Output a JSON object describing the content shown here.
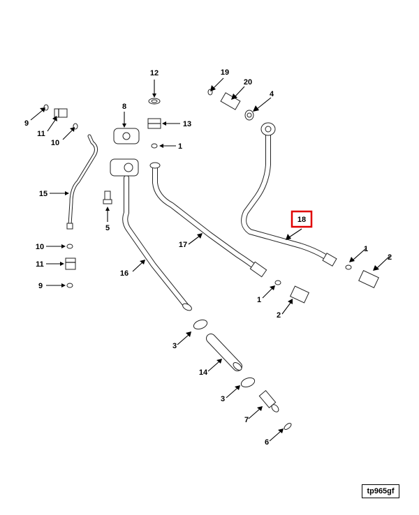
{
  "diagram": {
    "highlight_color": "#e00000",
    "drawing_id": "tp965gf",
    "callouts": [
      {
        "id": "c12",
        "text": "12"
      },
      {
        "id": "c19",
        "text": "19"
      },
      {
        "id": "c20",
        "text": "20"
      },
      {
        "id": "c4",
        "text": "4"
      },
      {
        "id": "c8",
        "text": "8"
      },
      {
        "id": "c13",
        "text": "13"
      },
      {
        "id": "c1a",
        "text": "1"
      },
      {
        "id": "c9a",
        "text": "9"
      },
      {
        "id": "c11a",
        "text": "11"
      },
      {
        "id": "c10a",
        "text": "10"
      },
      {
        "id": "c15",
        "text": "15"
      },
      {
        "id": "c5",
        "text": "5"
      },
      {
        "id": "c10b",
        "text": "10"
      },
      {
        "id": "c11b",
        "text": "11"
      },
      {
        "id": "c9b",
        "text": "9"
      },
      {
        "id": "c18",
        "text": "18",
        "highlighted": true
      },
      {
        "id": "c17",
        "text": "17"
      },
      {
        "id": "c16",
        "text": "16"
      },
      {
        "id": "c1b",
        "text": "1"
      },
      {
        "id": "c2a",
        "text": "2"
      },
      {
        "id": "c1c",
        "text": "1"
      },
      {
        "id": "c2b",
        "text": "2"
      },
      {
        "id": "c3a",
        "text": "3"
      },
      {
        "id": "c14",
        "text": "14"
      },
      {
        "id": "c3b",
        "text": "3"
      },
      {
        "id": "c7",
        "text": "7"
      },
      {
        "id": "c6",
        "text": "6"
      }
    ]
  }
}
